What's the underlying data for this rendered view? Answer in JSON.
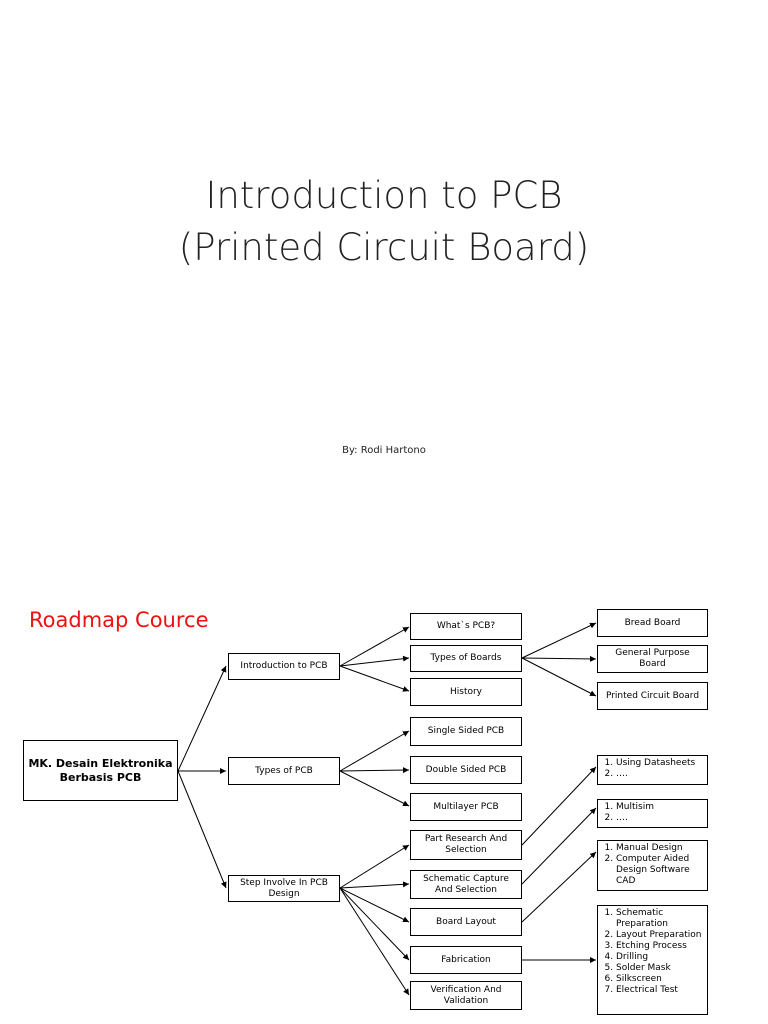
{
  "slide1": {
    "title_line1": "Introduction to PCB",
    "title_line2": "(Printed Circuit Board)",
    "author": "By: Rodi Hartono"
  },
  "slide2": {
    "heading": "Roadmap Cource",
    "heading_color": "#ee1111",
    "root": {
      "line1": "MK. Desain Elektronika",
      "line2": "Berbasis PCB"
    },
    "level1": {
      "intro": "Introduction to PCB",
      "types": "Types of PCB",
      "steps": "Step Involve In PCB Design"
    },
    "intro_children": {
      "whats": "What`s PCB?",
      "boards": "Types of Boards",
      "history": "History"
    },
    "boards_children": {
      "bread": "Bread Board",
      "general": "General Purpose Board",
      "printed": "Printed Circuit Board"
    },
    "types_children": {
      "single": "Single Sided PCB",
      "double": "Double Sided PCB",
      "multi": "Multilayer PCB"
    },
    "steps_children": {
      "research": "Part Research And Selection",
      "schematic": "Schematic Capture And Selection",
      "layout": "Board Layout",
      "fabrication": "Fabrication",
      "verification": "Verification And Validation"
    },
    "lists": {
      "research": [
        "Using Datasheets",
        "…."
      ],
      "schematic": [
        "Multisim",
        "…."
      ],
      "layout": [
        "Manual Design",
        "Computer Aided Design Software CAD"
      ],
      "fabrication": [
        "Schematic Preparation",
        "Layout Preparation",
        "Etching Process",
        "Drilling",
        "Solder Mask",
        "Silkscreen",
        "Electrical Test"
      ]
    }
  }
}
